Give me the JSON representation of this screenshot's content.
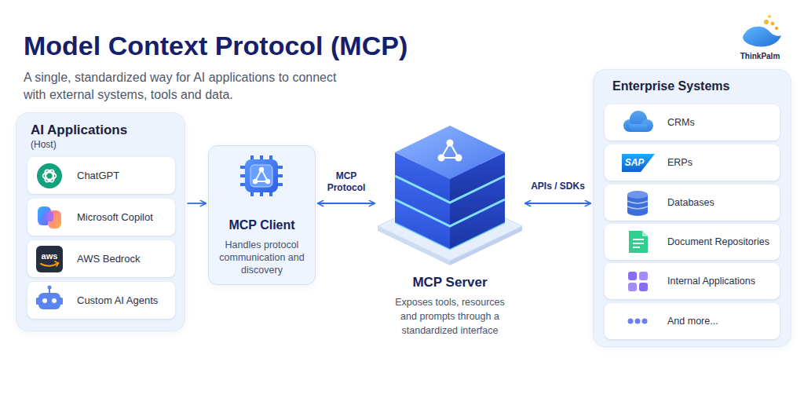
{
  "diagram": {
    "title": "Model Context Protocol (MCP)",
    "nodes": [
      {
        "text": [
          "AI Applications",
          "(Host)"
        ]
      },
      {
        "text": [
          "ChatGPT"
        ],
        "in": 0
      },
      {
        "text": [
          "Microsoft Copilot"
        ],
        "in": 0
      },
      {
        "text": [
          "AWS Bedrock"
        ],
        "in": 0
      },
      {
        "text": [
          "Custom AI Agents"
        ],
        "in": 0
      },
      {
        "text": [
          "MCP Client",
          "Handles protocol communication and discovery"
        ]
      },
      {
        "text": [
          "MCP Server",
          "Exposes tools, resources and prompts through a standardized interface"
        ]
      },
      {
        "text": [
          "Enterprise Systems"
        ]
      },
      {
        "text": [
          "CRMs"
        ],
        "in": 7
      },
      {
        "text": [
          "ERPs"
        ],
        "in": 7
      },
      {
        "text": [
          "Databases"
        ],
        "in": 7
      },
      {
        "text": [
          "Document Repositories"
        ],
        "in": 7
      },
      {
        "text": [
          "Internal Applications"
        ],
        "in": 7
      },
      {
        "text": [
          "And more..."
        ],
        "in": 7
      }
    ],
    "edges": [
      {
        "from": 0,
        "to": 5,
        "arrow": "to"
      },
      {
        "from": 5,
        "to": 6,
        "label": "MCP Protocol",
        "arrow": "both"
      },
      {
        "from": 6,
        "to": 7,
        "label": "APIs / SDKs",
        "arrow": "both"
      }
    ],
    "labels": [
      "A single, standardized way for AI applications to connect with external systems, tools and data.",
      "ThinkPalm",
      "aws",
      "SAP"
    ]
  }
}
